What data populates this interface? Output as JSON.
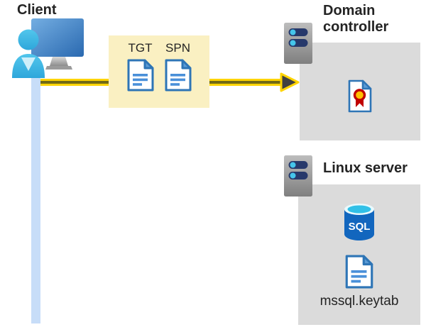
{
  "diagram": {
    "client": {
      "label": "Client"
    },
    "ticket_box": {
      "tgt": "TGT",
      "spn": "SPN"
    },
    "domain_controller": {
      "label": "Domain controller"
    },
    "linux_server": {
      "label": "Linux server",
      "database_label": "SQL",
      "keytab_file": "mssql.keytab"
    }
  },
  "colors": {
    "highlight-yellow": "#FAF0C2",
    "arrow-yellow": "#FFD400",
    "arrow-core": "#716A15",
    "arrow-head": "#404040",
    "panel-gray": "#DBDBDB",
    "doc-blue": "#2E75B6",
    "doc-fold-blue": "#5B9BD5",
    "doc-line-blue": "#4A90D9",
    "lifeline-blue": "#C7DDF8",
    "server-navy": "#27396B",
    "server-knob-cyan": "#45C6EB",
    "sql-body-blue": "#1266BE",
    "sql-top-cyan": "#31C0E7",
    "sql-top-rim": "#E9FAFE",
    "cert-red": "#C00000",
    "cert-gold": "#FFC000",
    "person-collar": "#CDEFFA",
    "text-dark": "#242424"
  }
}
